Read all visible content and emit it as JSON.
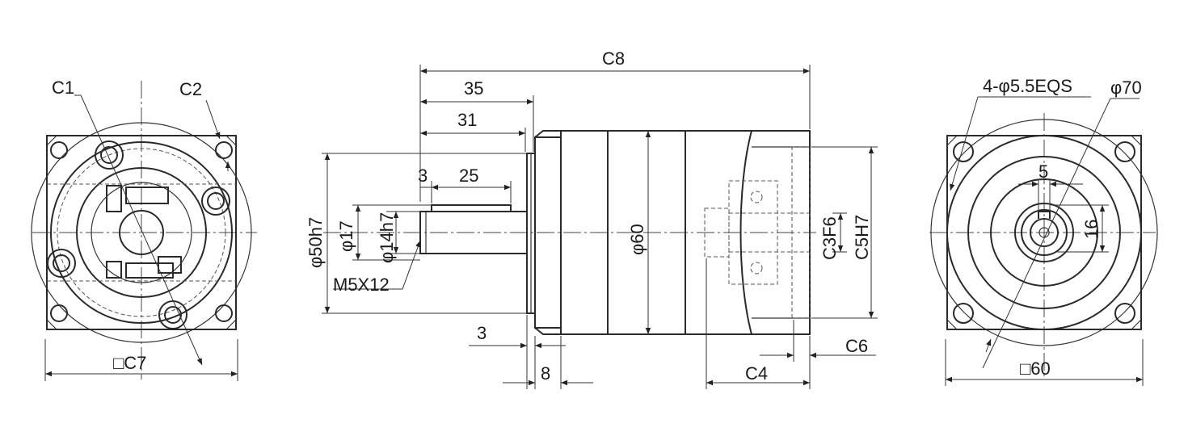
{
  "colors": {
    "line": "#2a2a2a",
    "background": "#ffffff"
  },
  "left_view": {
    "labels": {
      "c1": "C1",
      "c2": "C2",
      "square": "□C7"
    }
  },
  "side_view": {
    "labels": {
      "c8": "C8",
      "len35": "35",
      "len31": "31",
      "len3_top": "3",
      "len25": "25",
      "dia50": "φ50h7",
      "dia17": "φ17",
      "dia14": "φ14h7",
      "thread": "M5X12",
      "dia60": "φ60",
      "c3": "C3F6",
      "c5": "C5H7",
      "len3_bottom": "3",
      "len8": "8",
      "c4": "C4",
      "c6": "C6"
    }
  },
  "right_view": {
    "labels": {
      "holes": "4-φ5.5EQS",
      "dia70": "φ70",
      "key5": "5",
      "key16": "16",
      "square60": "□60"
    }
  }
}
